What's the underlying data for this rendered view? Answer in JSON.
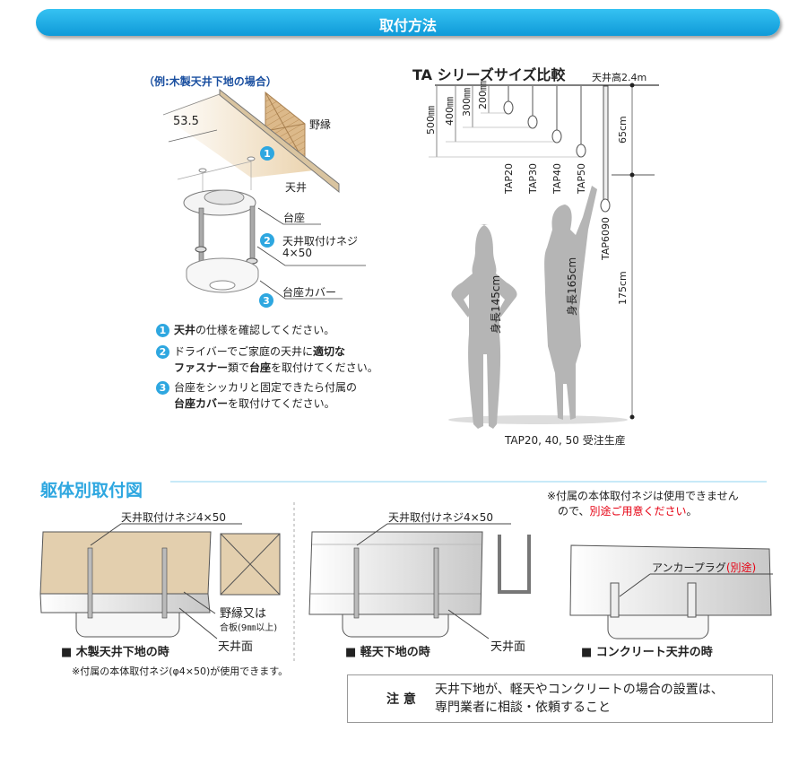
{
  "header": {
    "title": "取付方法"
  },
  "install": {
    "example_label": "（例:木製天井下地の場合）",
    "dimension": "53.5",
    "labels": {
      "joist": "野縁",
      "ceiling": "天井",
      "base": "台座",
      "screw_line1": "天井取付けネジ",
      "screw_line2": "4×50",
      "cover": "台座カバー"
    },
    "markers": [
      "1",
      "2",
      "3"
    ],
    "steps": [
      {
        "num": "1",
        "line1_bold": "天井",
        "line1_rest": "の仕様を確認してください。"
      },
      {
        "num": "2",
        "line1": "ドライバーでご家庭の天井に",
        "line1_bold": "適切な",
        "line2_bold": "ファスナー",
        "line2_mid": "類で",
        "line2_bold2": "台座",
        "line2_rest": "を取付けてください。"
      },
      {
        "num": "3",
        "line1": "台座をシッカリと固定できたら付属の",
        "line2_bold": "台座カバー",
        "line2_rest": "を取付けてください。"
      }
    ]
  },
  "size_compare": {
    "title": "TA シリーズサイズ比較",
    "ceiling_height": "天井高2.4m",
    "dims": [
      "500㎜",
      "400㎜",
      "300㎜",
      "200㎜"
    ],
    "models": [
      "TAP20",
      "TAP30",
      "TAP40",
      "TAP50",
      "TAP6090"
    ],
    "dim_65": "65cm",
    "dim_175": "175cm",
    "person1": "身長145cm",
    "person2": "身長165cm",
    "note": "TAP20, 40, 50 受注生産"
  },
  "structure": {
    "title": "躯体別取付図",
    "top_note_line1": "※付属の本体取付ネジは使用できません",
    "top_note_line2_a": "ので、",
    "top_note_line2_red": "別途ご用意ください",
    "top_note_line2_b": "。",
    "wood": {
      "screw_label": "天井取付けネジ4×50",
      "joist_line1": "野縁又は",
      "joist_line2": "合板(9㎜以上)",
      "surface": "天井面",
      "caption": "■ 木製天井下地の時",
      "note": "※付属の本体取付ネジ(φ4×50)が使用できます。"
    },
    "steel": {
      "screw_label": "天井取付けネジ4×50",
      "surface": "天井面",
      "caption": "■ 軽天下地の時"
    },
    "concrete": {
      "anchor_label": "アンカープラグ",
      "anchor_sep": "(別途)",
      "caption": "■ コンクリート天井の時"
    }
  },
  "caution": {
    "label": "注 意",
    "line1": "天井下地が、軽天やコンクリートの場合の設置は、",
    "line2": "専門業者に相談・依頼すること"
  },
  "colors": {
    "accent": "#2ea7e0",
    "wood": "#e3cfae",
    "silhouette": "#b5b5b5",
    "red": "#e60012"
  }
}
